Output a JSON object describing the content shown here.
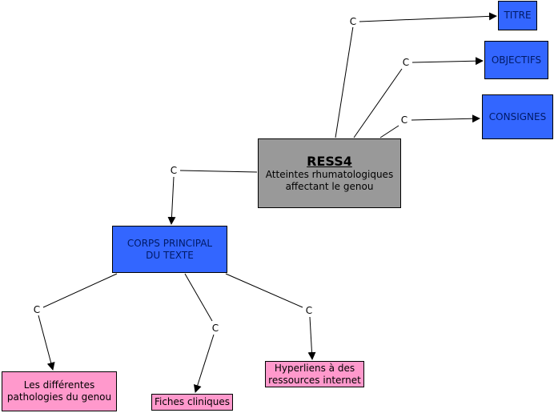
{
  "main_node": {
    "title": "RESS4",
    "subtitle_line1": "Atteintes rhumatologiques",
    "subtitle_line2": "affectant le genou"
  },
  "top_nodes": [
    {
      "label": "TITRE"
    },
    {
      "label": "OBJECTIFS"
    },
    {
      "label": "CONSIGNES"
    }
  ],
  "body_node": {
    "line1": "CORPS PRINCIPAL",
    "line2": "DU TEXTE"
  },
  "leaf_nodes": [
    {
      "line1": "Les différentes",
      "line2": "pathologies du genou"
    },
    {
      "line1": "Fiches cliniques",
      "line2": ""
    },
    {
      "line1": "Hyperliens à des",
      "line2": "ressources internet"
    }
  ],
  "link_labels": [
    "C",
    "C",
    "C",
    "C",
    "C",
    "C",
    "C"
  ],
  "colors": {
    "main": "#999999",
    "primary": "#3366ff",
    "leaf": "#ff99cc"
  }
}
